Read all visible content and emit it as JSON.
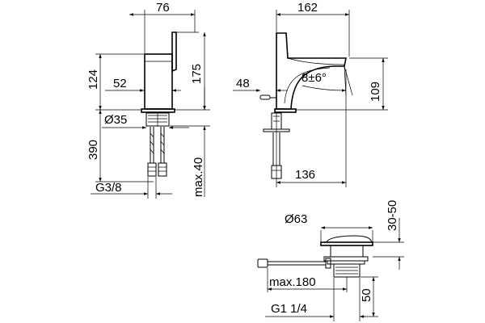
{
  "dimensions": {
    "front_width": "76",
    "front_height_124": "124",
    "front_height_175": "175",
    "lever_52": "52",
    "diameter_35": "Ø35",
    "hose_390": "390",
    "max_40": "max.40",
    "thread_g38": "G3/8",
    "side_width": "162",
    "side_48": "48",
    "tilt_angle": "8±6°",
    "side_height": "109",
    "reach_136": "136",
    "waste_diameter": "Ø63",
    "waste_height_range": "30-50",
    "rod_max": "max.180",
    "waste_thread": "G1 1/4",
    "waste_height": "50"
  }
}
